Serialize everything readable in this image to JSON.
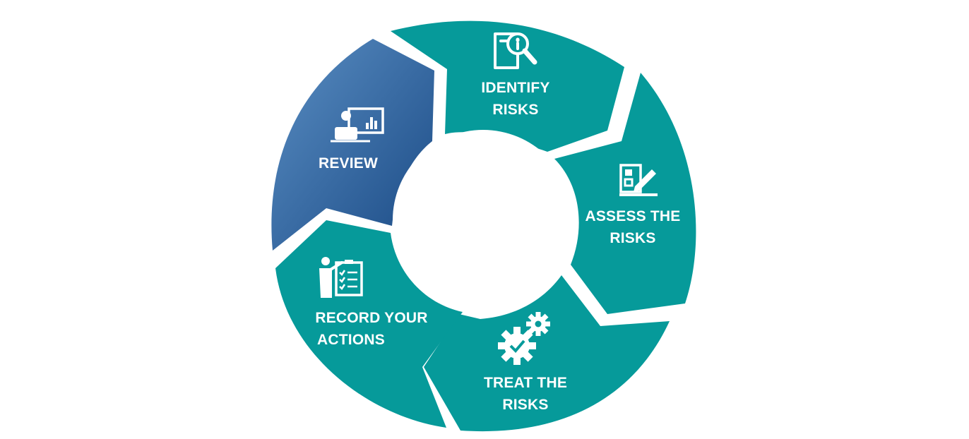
{
  "diagram": {
    "segments": [
      {
        "key": "identify",
        "line1": "IDENTIFY",
        "line2": "RISKS",
        "icon": "document-magnifier-icon",
        "color": "#069a9a"
      },
      {
        "key": "assess",
        "line1": "ASSESS THE",
        "line2": "RISKS",
        "icon": "checklist-pen-icon",
        "color": "#069a9a"
      },
      {
        "key": "treat",
        "line1": "TREAT THE",
        "line2": "RISKS",
        "icon": "gears-check-icon",
        "color": "#069a9a"
      },
      {
        "key": "record",
        "line1": "RECORD YOUR",
        "line2": "ACTIONS",
        "icon": "presenter-checklist-icon",
        "color": "#069a9a"
      },
      {
        "key": "review",
        "line1": "REVIEW",
        "line2": "",
        "icon": "person-computer-chart-icon",
        "color_start": "#5a8ec3",
        "color_end": "#1a4a85"
      }
    ]
  }
}
